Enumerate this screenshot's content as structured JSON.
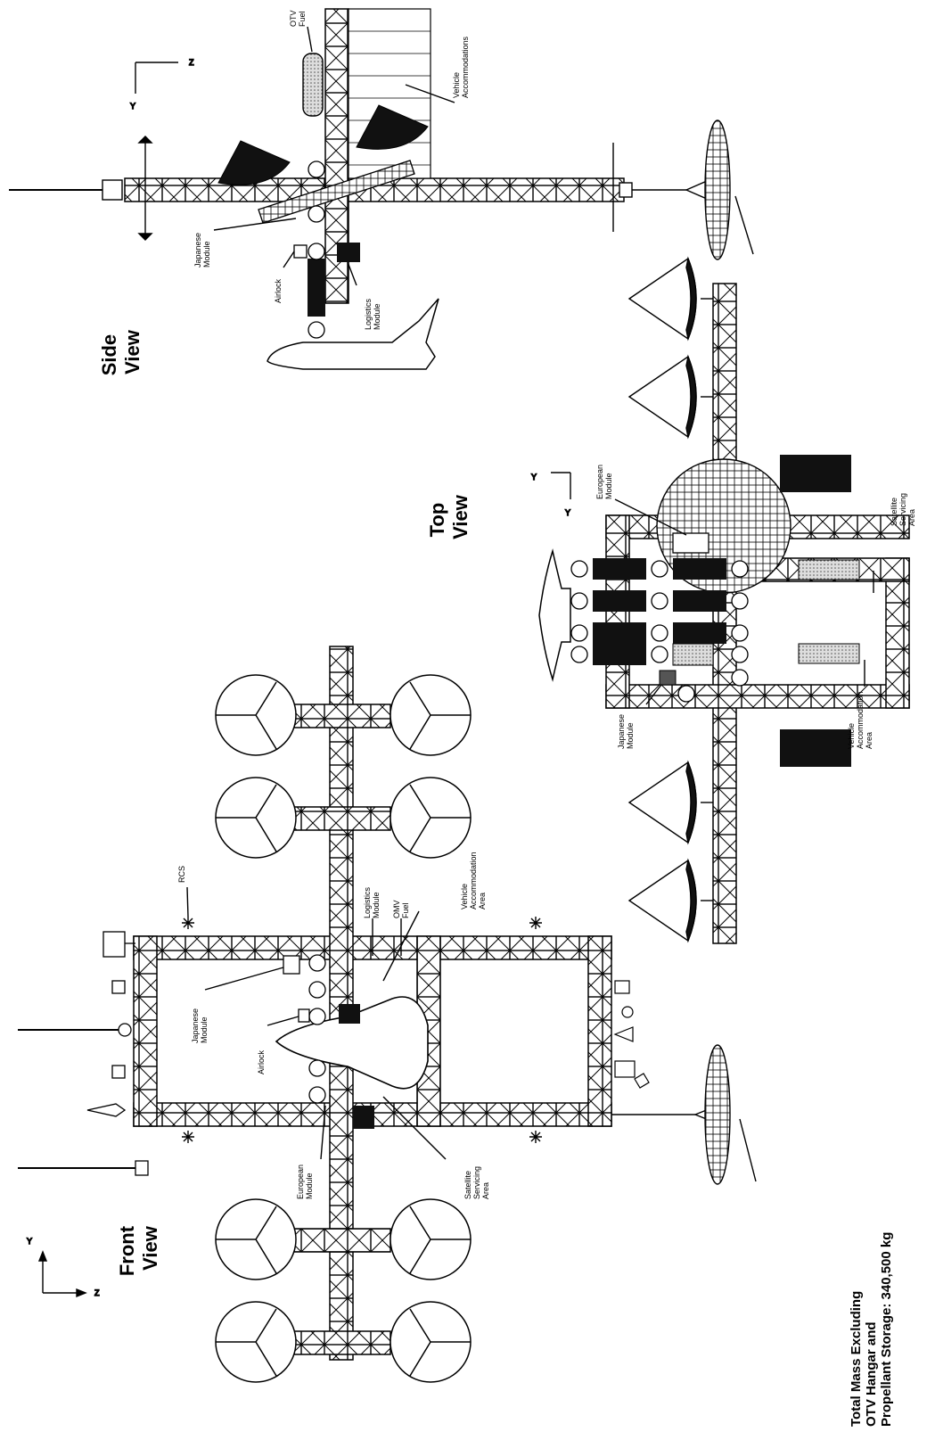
{
  "views": {
    "front": "Front\nView",
    "top": "Top\nView",
    "side": "Side\nView"
  },
  "front_labels": {
    "rcs": "RCS",
    "logistics": "Logistics\nModule",
    "omv": "OMV\nFuel",
    "vehicle": "Vehicle\nAccommodation\nArea",
    "japanese": "Japanese\nModule",
    "airlock": "Airlock",
    "european": "European\nModule",
    "satellite": "Satellite\nServicing\nArea"
  },
  "top_labels": {
    "european": "European\nModule",
    "satellite": "Satellite\nServicing\nArea",
    "vehicle": "Vehicle\nAccommodation\nArea",
    "japanese": "Japanese\nModule"
  },
  "side_labels": {
    "otv": "OTV\nFuel",
    "vehicle": "Vehicle\nAccommodations",
    "japanese": "Japanese\nModule",
    "airlock": "Airlock",
    "logistics": "Logistics\nModule"
  },
  "axes": {
    "front_a": "Y",
    "front_b": "Z",
    "top_a": "Y",
    "top_b": "Y",
    "side_a": "Z",
    "side_b": "Y"
  },
  "mass_note": "Total Mass Excluding\nOTV Hangar and\nPropellant Storage:  340,500 kg",
  "colors": {
    "ink": "#000000",
    "paper": "#ffffff",
    "module": "#111111"
  }
}
